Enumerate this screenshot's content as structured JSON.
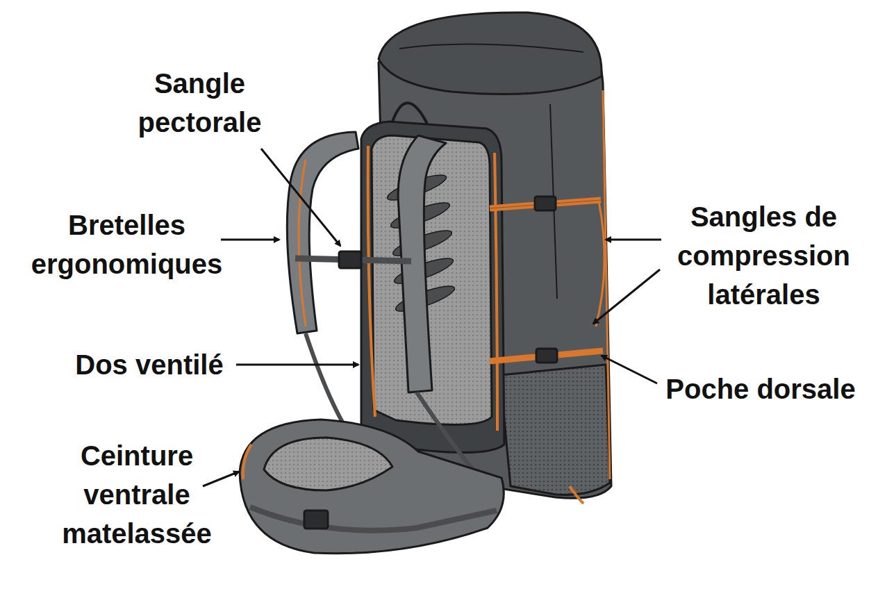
{
  "diagram": {
    "labels": [
      "Sangle pectorale",
      "Bretelles ergonomiques",
      "Sangles de compression latérales",
      "Dos ventilé",
      "Poche dorsale",
      "Ceinture ventrale matelassée"
    ]
  }
}
